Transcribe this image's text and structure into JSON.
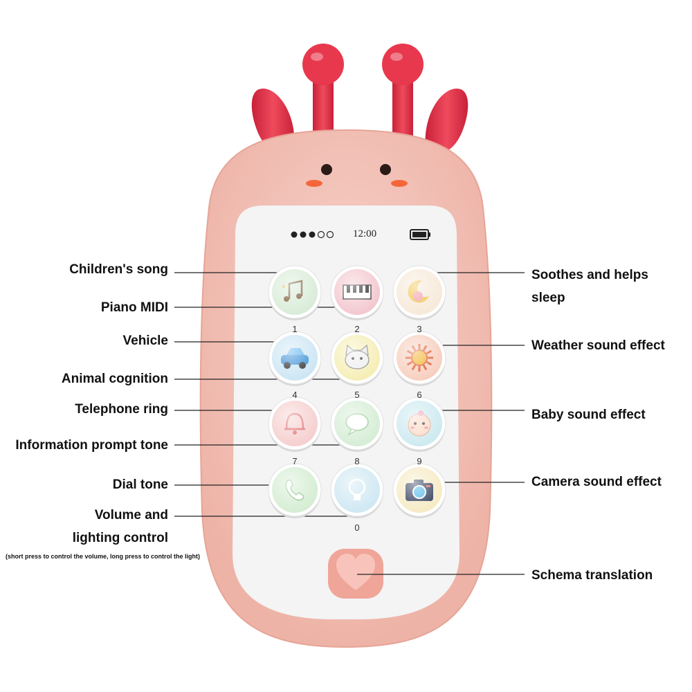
{
  "phone": {
    "colors": {
      "body": "#f4c6bd",
      "body_edge": "#e8a99d",
      "antenna": "#e8384d",
      "cheek": "#f4663a",
      "screen": "#f4f4f4",
      "heart": "#f3aea5"
    },
    "status_bar": {
      "time": "12:00",
      "dots_filled": 3,
      "dots_empty": 2,
      "battery_level": 1.0
    },
    "keys": [
      {
        "digit": "1",
        "icon": "music-notes-icon",
        "color": "#d9ecd8"
      },
      {
        "digit": "2",
        "icon": "piano-keys-icon",
        "color": "#f3c8cf"
      },
      {
        "digit": "3",
        "icon": "moon-sleep-icon",
        "color": "#f6ead9"
      },
      {
        "digit": "4",
        "icon": "car-icon",
        "color": "#cde6f4"
      },
      {
        "digit": "5",
        "icon": "cat-face-icon",
        "color": "#f6eeb6"
      },
      {
        "digit": "6",
        "icon": "sun-icon",
        "color": "#f7cfbf"
      },
      {
        "digit": "7",
        "icon": "bell-icon",
        "color": "#f6cfcf"
      },
      {
        "digit": "8",
        "icon": "chat-bubble-icon",
        "color": "#d6edd6"
      },
      {
        "digit": "9",
        "icon": "baby-face-icon",
        "color": "#cdeaf0"
      },
      {
        "digit": "",
        "icon": "phone-handset-icon",
        "color": "#d5edd3"
      },
      {
        "digit": "0",
        "icon": "light-bulb-icon",
        "color": "#cfe8f3"
      },
      {
        "digit": "",
        "icon": "camera-icon",
        "color": "#f6ebc5"
      }
    ]
  },
  "callouts": {
    "left": [
      {
        "text": "Children's song"
      },
      {
        "text": "Piano MIDI"
      },
      {
        "text": "Vehicle"
      },
      {
        "text": "Animal cognition"
      },
      {
        "text": "Telephone ring"
      },
      {
        "text": "Information prompt tone"
      },
      {
        "text": "Dial tone"
      },
      {
        "text": "Volume and\nlighting control"
      }
    ],
    "left_note": "(short press to control the volume, long press to control the light)",
    "right": [
      {
        "text": "Soothes and helps\nsleep"
      },
      {
        "text": "Weather sound effect"
      },
      {
        "text": "Baby sound effect"
      },
      {
        "text": "Camera sound effect"
      },
      {
        "text": "Schema translation"
      }
    ]
  }
}
